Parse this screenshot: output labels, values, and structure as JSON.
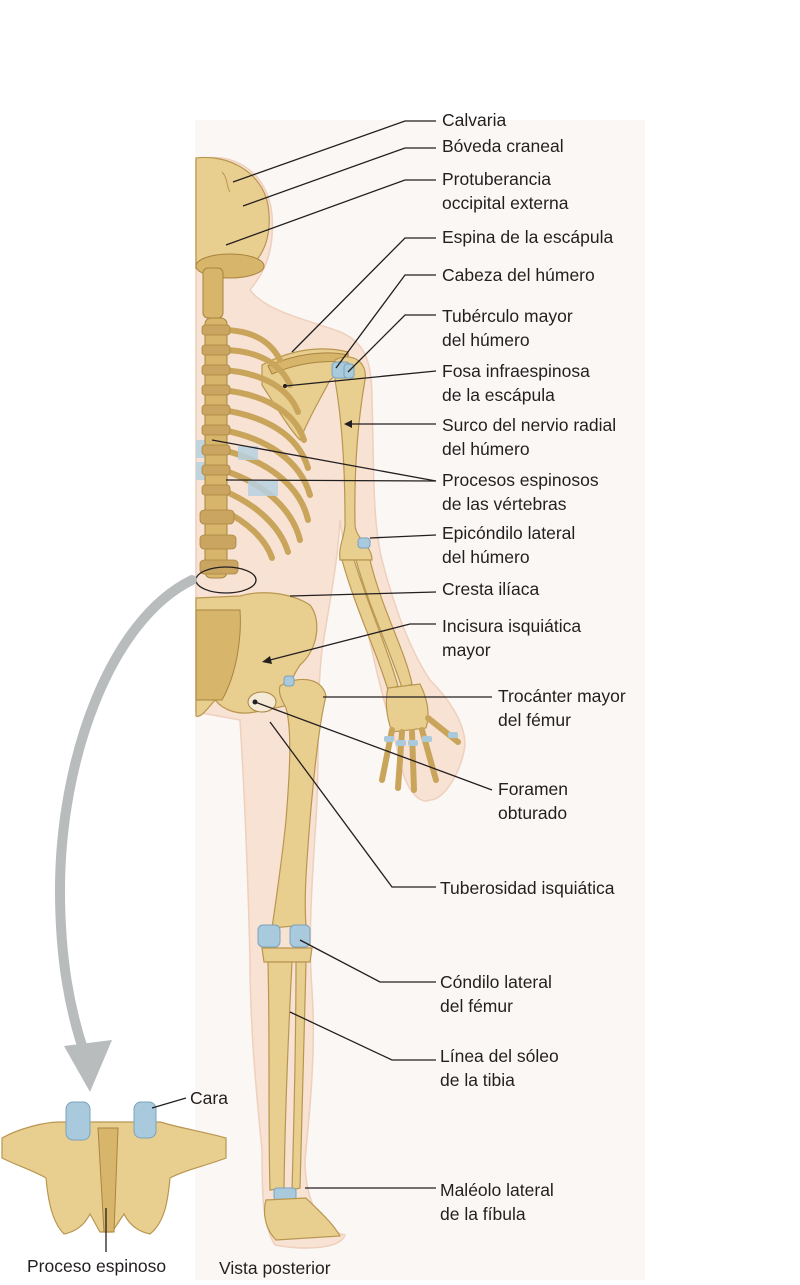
{
  "labels": {
    "calvaria": "Calvaria",
    "boveda": "Bóveda craneal",
    "protuberancia_1": "Protuberancia",
    "protuberancia_2": "occipital externa",
    "espina_escapula": "Espina de la escápula",
    "cabeza_humero": "Cabeza del húmero",
    "tuberculo_1": "Tubérculo mayor",
    "tuberculo_2": "del húmero",
    "fosa_1": "Fosa infraespinosa",
    "fosa_2": "de la escápula",
    "surco_1": "Surco del nervio radial",
    "surco_2": "del húmero",
    "procesos_1": "Procesos espinosos",
    "procesos_2": "de las vértebras",
    "epicondilo_1": "Epicóndilo lateral",
    "epicondilo_2": "del húmero",
    "cresta": "Cresta ilíaca",
    "incisura_1": "Incisura isquiática",
    "incisura_2": "mayor",
    "trocanter_1": "Trocánter mayor",
    "trocanter_2": "del fémur",
    "foramen_1": "Foramen",
    "foramen_2": "obturado",
    "tuberosidad": "Tuberosidad isquiática",
    "condilo_1": "Cóndilo lateral",
    "condilo_2": "del fémur",
    "linea_1": "Línea del sóleo",
    "linea_2": "de la tibia",
    "maleolo_1": "Maléolo lateral",
    "maleolo_2": "de la fíbula",
    "cara": "Cara",
    "proceso_espinoso": "Proceso espinoso",
    "vista_posterior": "Vista posterior"
  },
  "colors": {
    "bone": "#e9cf8f",
    "cartilage": "#a9c9dc",
    "body_outline": "#f8e2d3",
    "arrow": "#b9bcbd"
  }
}
